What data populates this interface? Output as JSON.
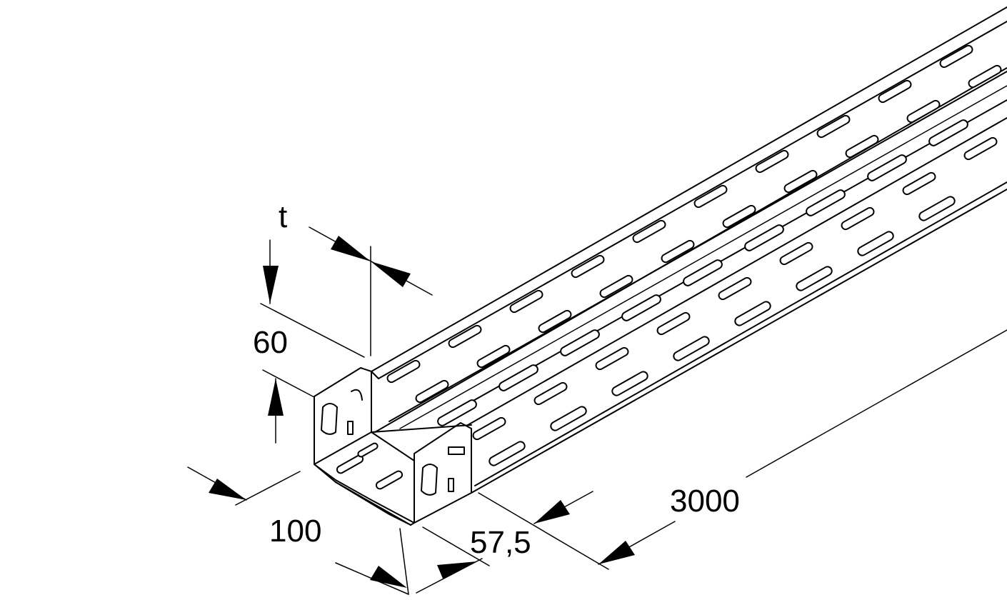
{
  "dimensions": {
    "thickness": "t",
    "height": "60",
    "width": "100",
    "flange": "57,5",
    "length": "3000"
  }
}
